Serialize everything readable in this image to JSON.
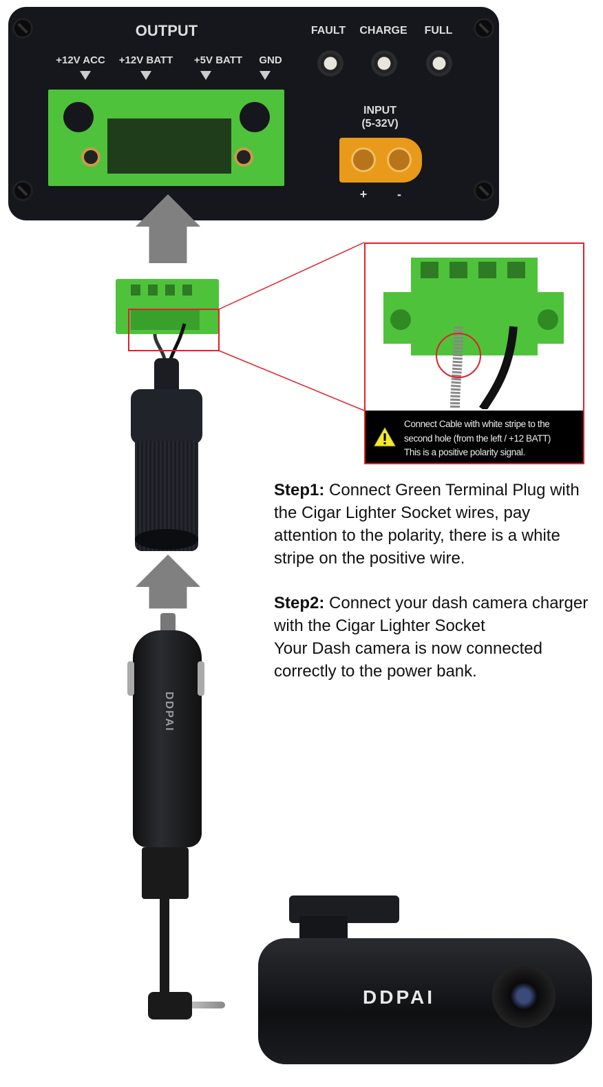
{
  "panel": {
    "output_label": "OUTPUT",
    "output_pins": [
      "+12V ACC",
      "+12V BATT",
      "+5V BATT",
      "GND"
    ],
    "leds": [
      "FAULT",
      "CHARGE",
      "FULL"
    ],
    "input_label": "INPUT",
    "input_range": "(5-32V)",
    "polarity_plus": "+",
    "polarity_minus": "-"
  },
  "callout": {
    "warning_icon": "warning-triangle-icon",
    "lines": [
      "Connect Cable with white stripe to the",
      "second hole (from the left / +12 BATT)",
      "This is a positive polarity signal."
    ]
  },
  "steps": [
    {
      "title": "Step1:",
      "text": "Connect Green Terminal Plug with the Cigar Lighter Socket wires, pay attention to the polarity, there is a white stripe on the positive wire."
    },
    {
      "title": "Step2:",
      "text": "Connect your dash camera charger with the Cigar Lighter Socket",
      "extra": "Your Dash camera is now connected correctly to the power bank."
    }
  ],
  "brand": {
    "charger_logo": "DDPAI",
    "camera_logo": "DDPAI"
  },
  "colors": {
    "accent_red": "#e0202a",
    "terminal_green": "#4fc23b",
    "arrow_gray": "#808080"
  }
}
